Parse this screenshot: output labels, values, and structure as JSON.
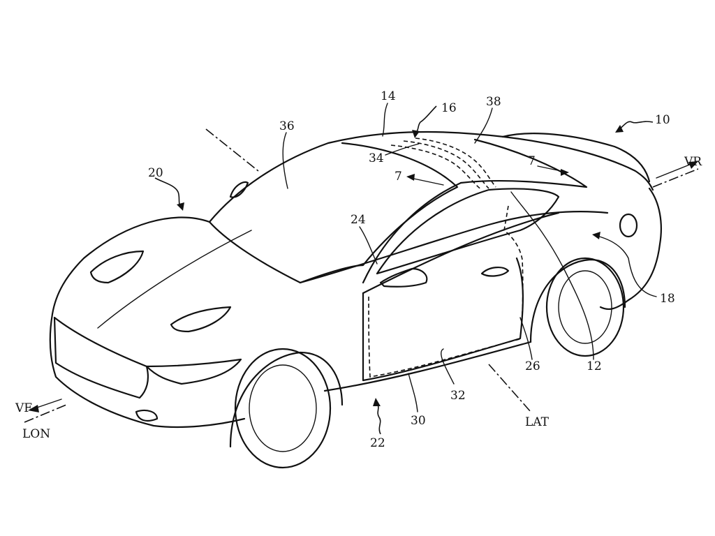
{
  "figure": {
    "ref_numerals": {
      "n10": "10",
      "n12": "12",
      "n14": "14",
      "n16": "16",
      "n18": "18",
      "n20": "20",
      "n22": "22",
      "n24": "24",
      "n26": "26",
      "n30": "30",
      "n32": "32",
      "n34": "34",
      "n36": "36",
      "n38": "38",
      "n7a": "7",
      "n7b": "7"
    },
    "direction_labels": {
      "vr": "VR",
      "vf": "VF",
      "lon": "LON",
      "lat": "LAT"
    }
  }
}
